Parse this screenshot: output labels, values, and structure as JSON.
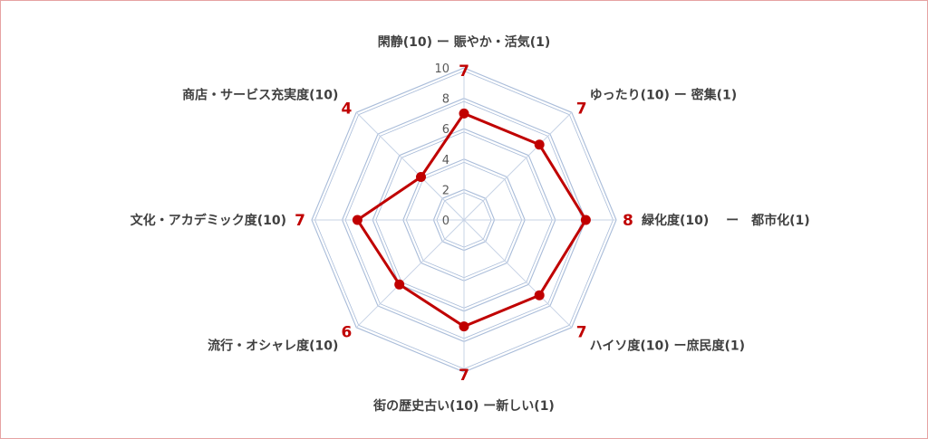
{
  "chart_data": {
    "type": "radar",
    "categories": [
      "閑静(10) ー 賑やか・活気(1)",
      "ゆったり(10) ー 密集(1)",
      "緑化度(10)　 ー　都市化(1)",
      "ハイソ度(10) ー庶民度(1)",
      "街の歴史古い(10)  ー新しい(1)",
      "流行・オシャレ度(10)",
      "文化・アカデミック度(10)",
      "商店・サービス充実度(10)"
    ],
    "values": [
      7,
      7,
      8,
      7,
      7,
      6,
      7,
      4
    ],
    "rlim": [
      0,
      10
    ],
    "ticks": [
      0,
      2,
      4,
      6,
      8,
      10
    ],
    "grid": true,
    "legend": "none",
    "colors": {
      "series": "#c00000",
      "grid": "#a9bcd9",
      "axis": "#c7d3e6"
    }
  }
}
